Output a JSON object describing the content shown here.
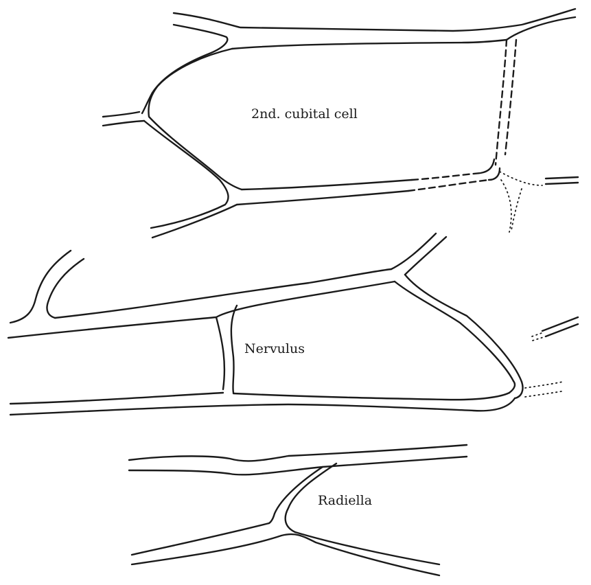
{
  "labels": {
    "cubital_cell": "2nd. cubital cell",
    "nervulus": "Nervulus",
    "radiella": "Radiella"
  },
  "colors": {
    "line": "#1a1a1a",
    "background": "#ffffff"
  }
}
